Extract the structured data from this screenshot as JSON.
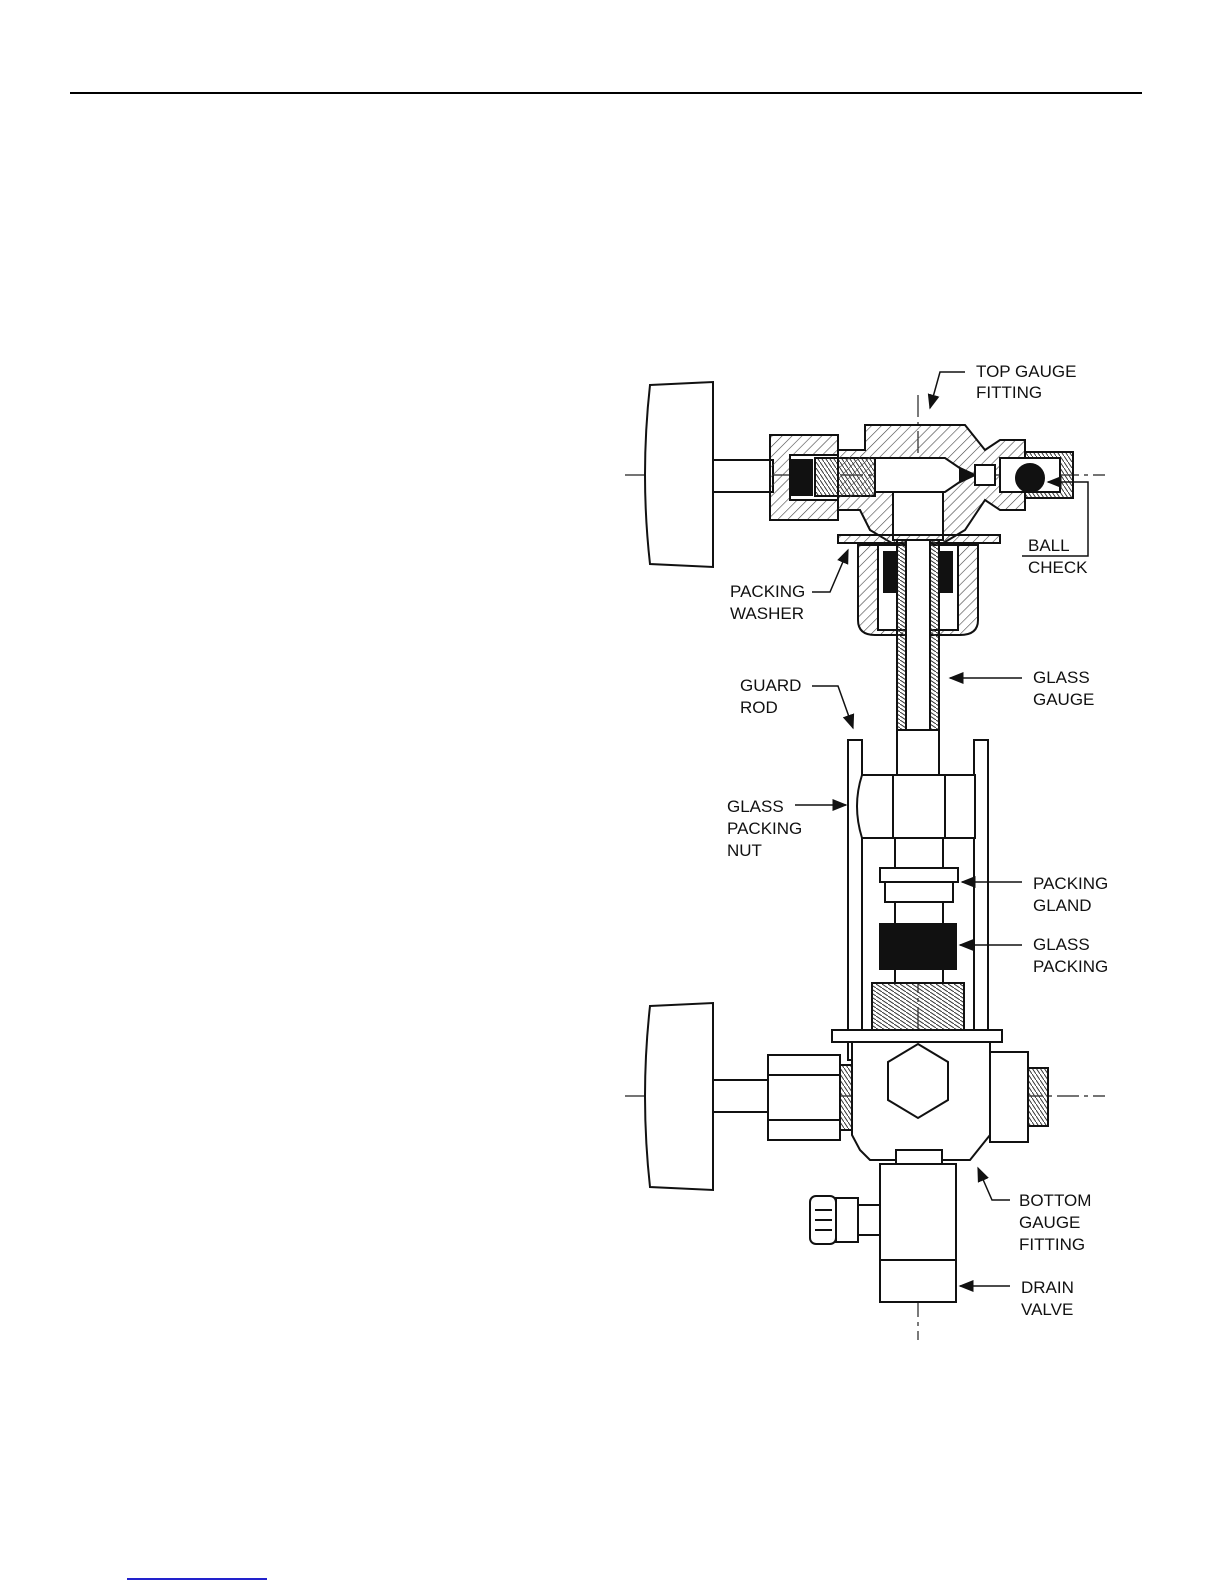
{
  "labels": {
    "top_gauge_fitting": [
      "TOP GAUGE",
      "FITTING"
    ],
    "ball_check": [
      "BALL",
      "CHECK"
    ],
    "packing_washer": [
      "PACKING",
      "WASHER"
    ],
    "glass_gauge": [
      "GLASS",
      "GAUGE"
    ],
    "guard_rod": [
      "GUARD",
      "ROD"
    ],
    "glass_packing_nut": [
      "GLASS",
      "PACKING",
      "NUT"
    ],
    "packing_gland": [
      "PACKING",
      "GLAND"
    ],
    "glass_packing": [
      "GLASS",
      "PACKING"
    ],
    "bottom_gauge_fitting": [
      "BOTTOM",
      "GAUGE",
      "FITTING"
    ],
    "drain_valve": [
      "DRAIN",
      "VALVE"
    ]
  },
  "colors": {
    "ink": "#111111",
    "hatch": "#444444",
    "link": "#2222cc"
  }
}
